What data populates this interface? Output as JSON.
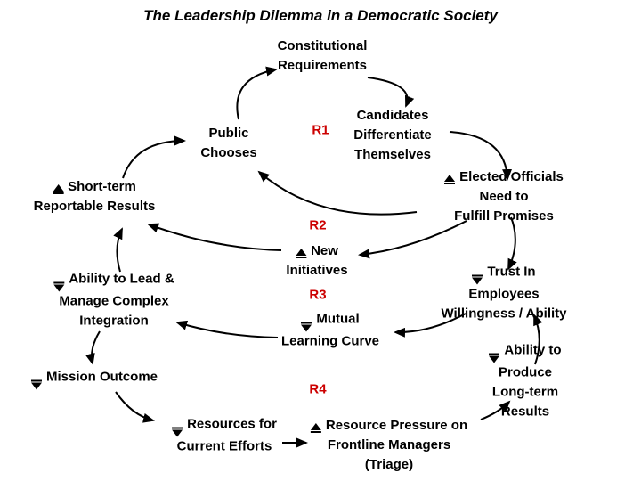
{
  "title": "The Leadership Dilemma in a Democratic Society",
  "colors": {
    "loop_label": "#cc0000",
    "text": "#000000",
    "background": "#ffffff"
  },
  "loops": [
    {
      "id": "R1",
      "label": "R1"
    },
    {
      "id": "R2",
      "label": "R2"
    },
    {
      "id": "R3",
      "label": "R3"
    },
    {
      "id": "R4",
      "label": "R4"
    }
  ],
  "nodes": [
    {
      "id": "constitutional-requirements",
      "indicator": "none",
      "label": "Constitutional\nRequirements"
    },
    {
      "id": "candidates-differentiate",
      "indicator": "none",
      "label": "Candidates\nDifferentiate\nThemselves"
    },
    {
      "id": "public-chooses",
      "indicator": "none",
      "label": "Public\nChooses"
    },
    {
      "id": "short-term-reportable-results",
      "indicator": "up",
      "label": "Short-term\nReportable Results"
    },
    {
      "id": "elected-officials-fulfill-promises",
      "indicator": "up",
      "label": "Elected Officials Need to\nFulfill Promises"
    },
    {
      "id": "new-initiatives",
      "indicator": "up",
      "label": "New\nInitiatives"
    },
    {
      "id": "trust-in-employees",
      "indicator": "down",
      "label": "Trust In Employees\nWillingness / Ability"
    },
    {
      "id": "ability-to-lead-manage",
      "indicator": "down",
      "label": "Ability to Lead &\nManage Complex\nIntegration"
    },
    {
      "id": "mutual-learning-curve",
      "indicator": "down",
      "label": "Mutual\nLearning Curve"
    },
    {
      "id": "mission-outcome",
      "indicator": "down",
      "label": "Mission Outcome"
    },
    {
      "id": "ability-to-produce-longterm",
      "indicator": "down",
      "label": "Ability to Produce\nLong-term Results"
    },
    {
      "id": "resources-for-current-efforts",
      "indicator": "down",
      "label": "Resources for\nCurrent Efforts"
    },
    {
      "id": "resource-pressure-frontline",
      "indicator": "up",
      "label": "Resource Pressure on\nFrontline Managers\n(Triage)"
    }
  ]
}
